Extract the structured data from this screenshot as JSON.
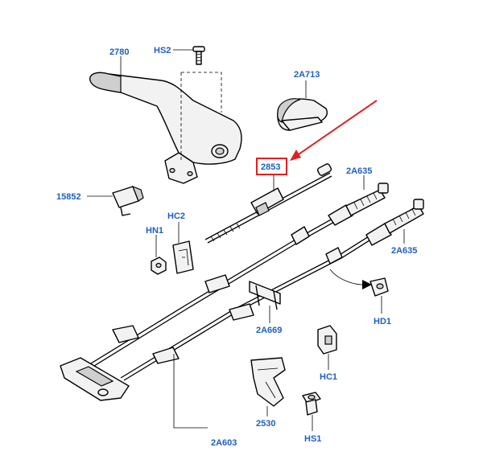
{
  "labels": {
    "l_2780": "2780",
    "l_hs2": "HS2",
    "l_2a713": "2A713",
    "l_2853": "2853",
    "l_2a635_a": "2A635",
    "l_2a635_b": "2A635",
    "l_15852": "15852",
    "l_hc2": "HC2",
    "l_hn1": "HN1",
    "l_hd1": "HD1",
    "l_2a669": "2A669",
    "l_hc1": "HC1",
    "l_2530": "2530",
    "l_hs1": "HS1",
    "l_2a603": "2A603"
  },
  "colors": {
    "label_text": "#1f5fbf",
    "highlight": "#e02020",
    "line": "#000000",
    "part_fill": "#f2f2f2"
  },
  "highlighted_part": "2853"
}
